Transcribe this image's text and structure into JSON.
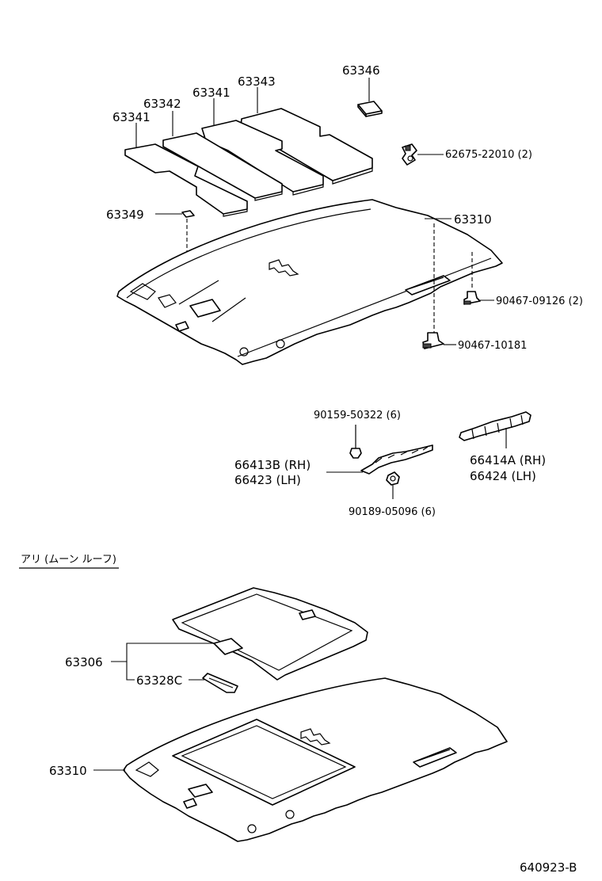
{
  "labels": {
    "p63346": "63346",
    "p63343": "63343",
    "p63341_right": "63341",
    "p63342": "63342",
    "p63341_left": "63341",
    "p62675": "62675-22010 (2)",
    "p63349": "63349",
    "p63310_top": "63310",
    "p90467_09126": "90467-09126 (2)",
    "p90467_10181": "90467-10181",
    "p90159": "90159-50322 (6)",
    "p66413B": "66413B (RH)",
    "p66423": "66423   (LH)",
    "p66414A": "66414A (RH)",
    "p66424": "66424   (LH)",
    "p90189": "90189-05096 (6)",
    "moonroof_heading": "アリ (ムーン  ルーフ)",
    "p63306": "63306",
    "p63328C": "63328C",
    "p63310_bottom": "63310",
    "diagram_id": "640923-B"
  }
}
